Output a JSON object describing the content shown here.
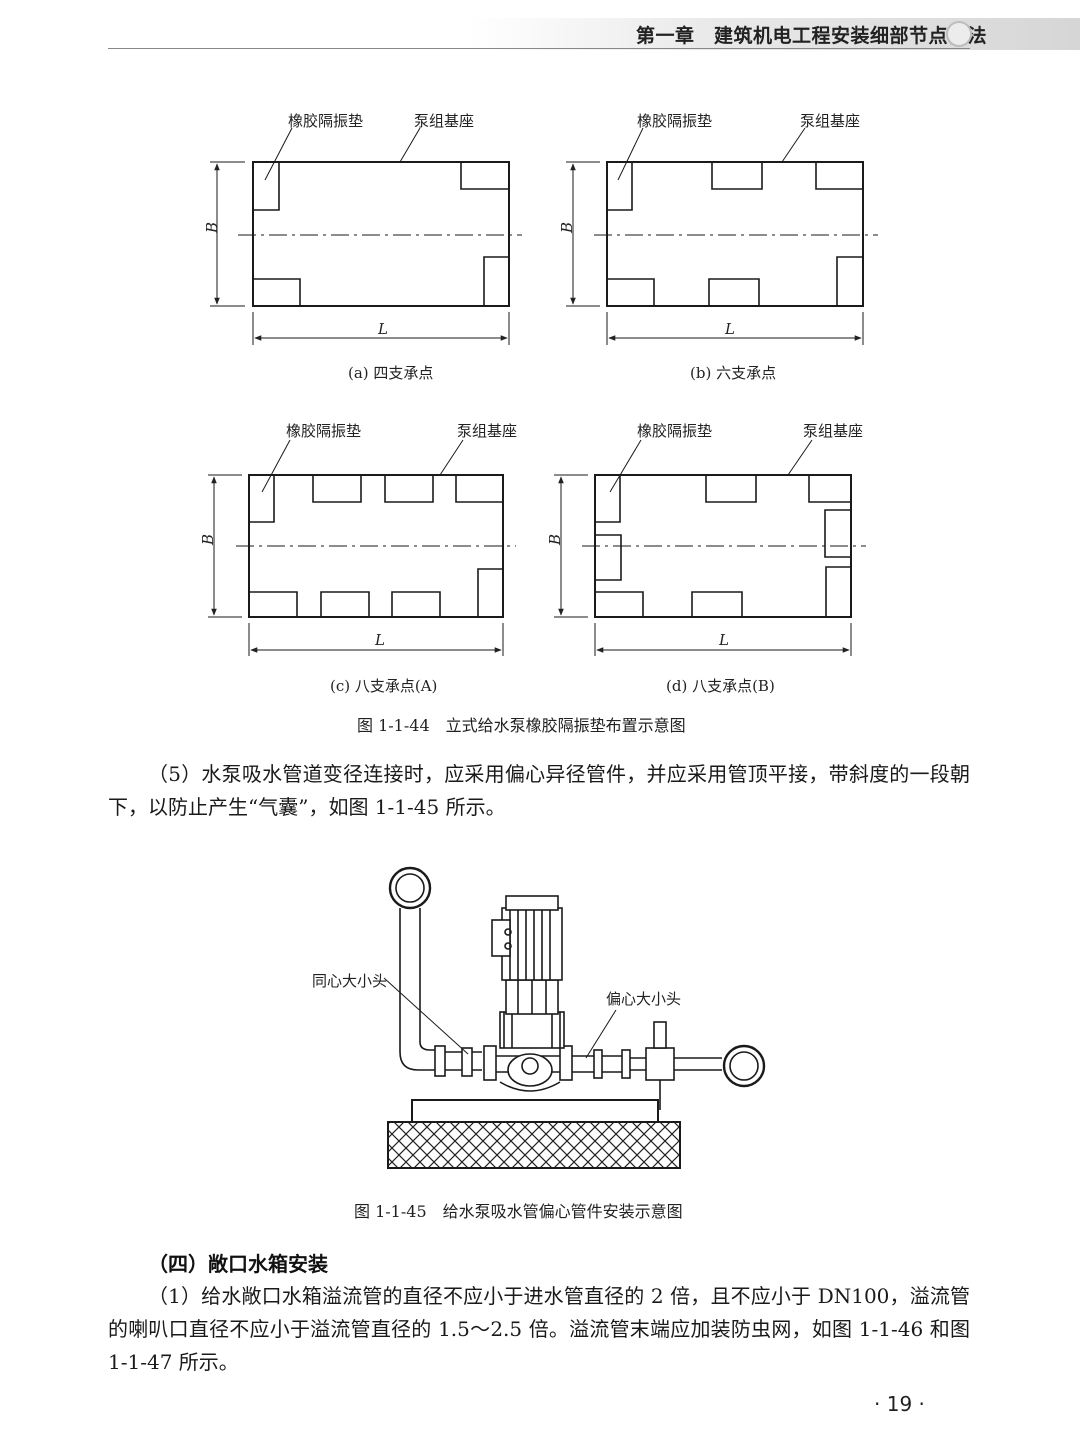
{
  "header": {
    "title": "第一章　建筑机电工程安装细部节点做法"
  },
  "figure_44": {
    "panels": [
      {
        "label_pad": "橡胶隔振垫",
        "label_base": "泵组基座",
        "dim_b": "B",
        "dim_l": "L",
        "caption": "(a) 四支承点"
      },
      {
        "label_pad": "橡胶隔振垫",
        "label_base": "泵组基座",
        "dim_b": "B",
        "dim_l": "L",
        "caption": "(b) 六支承点"
      },
      {
        "label_pad": "橡胶隔振垫",
        "label_base": "泵组基座",
        "dim_b": "B",
        "dim_l": "L",
        "caption": "(c) 八支承点(A)"
      },
      {
        "label_pad": "橡胶隔振垫",
        "label_base": "泵组基座",
        "dim_b": "B",
        "dim_l": "L",
        "caption": "(d) 八支承点(B)"
      }
    ],
    "caption": "图 1-1-44　立式给水泵橡胶隔振垫布置示意图"
  },
  "paragraph_5": "（5）水泵吸水管道变径连接时，应采用偏心异径管件，并应采用管顶平接，带斜度的一段朝下，以防止产生“气囊”，如图 1-1-45 所示。",
  "figure_45": {
    "label_concentric": "同心大小头",
    "label_eccentric": "偏心大小头",
    "caption": "图 1-1-45　给水泵吸水管偏心管件安装示意图"
  },
  "section": {
    "title": "（四）敞口水箱安装"
  },
  "paragraph_1": "（1）给水敞口水箱溢流管的直径不应小于进水管直径的 2 倍，且不应小于 DN100，溢流管的喇叭口直径不应小于溢流管直径的 1.5～2.5 倍。溢流管末端应加装防虫网，如图 1-1-46 和图 1-1-47 所示。",
  "page": {
    "number": "· 19 ·"
  }
}
